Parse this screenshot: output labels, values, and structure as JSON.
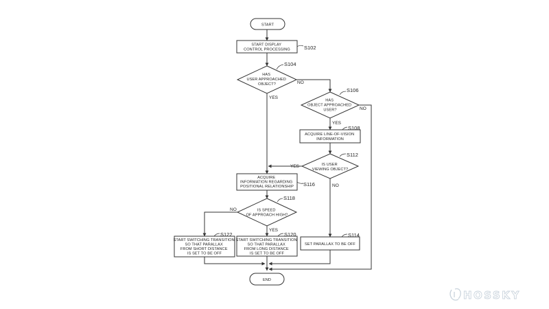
{
  "flowchart": {
    "terminals": {
      "start": "START",
      "end": "END"
    },
    "steps": {
      "s102": {
        "id": "S102",
        "lines": [
          "START DISPLAY",
          "CONTROL PROCESSING"
        ]
      },
      "s104": {
        "id": "S104",
        "lines": [
          "HAS",
          "USER APPROACHED",
          "OBJECT?"
        ]
      },
      "s106": {
        "id": "S106",
        "lines": [
          "HAS",
          "OBJECT APPROACHED",
          "USER?"
        ]
      },
      "s108": {
        "id": "S108",
        "lines": [
          "ACQUIRE LINE-OF-VISION",
          "INFORMATION"
        ]
      },
      "s112": {
        "id": "S112",
        "lines": [
          "IS USER",
          "VIEWING OBJECT?"
        ]
      },
      "s114": {
        "id": "S114",
        "lines": [
          "SET PARALLAX TO BE OFF"
        ]
      },
      "s116": {
        "id": "S116",
        "lines": [
          "ACQUIRE",
          "INFORMATION REGARDING",
          "POSITIONAL RELATIONSHIP"
        ]
      },
      "s118": {
        "id": "S118",
        "lines": [
          "IS SPEED",
          "OF APPROACH HIGH?"
        ]
      },
      "s120": {
        "id": "S120",
        "lines": [
          "START SWITCHING TRANSITION",
          "SO THAT PARALLAX",
          "FROM LONG DISTANCE",
          "IS SET TO BE OFF"
        ]
      },
      "s122": {
        "id": "S122",
        "lines": [
          "START SWITCHING TRANSITION",
          "SO THAT PARALLAX",
          "FROM SHORT DISTANCE",
          "IS SET TO BE OFF"
        ]
      }
    },
    "branches": {
      "yes": "YES",
      "no": "NO"
    }
  },
  "watermark": {
    "text": "HOSSKY"
  }
}
